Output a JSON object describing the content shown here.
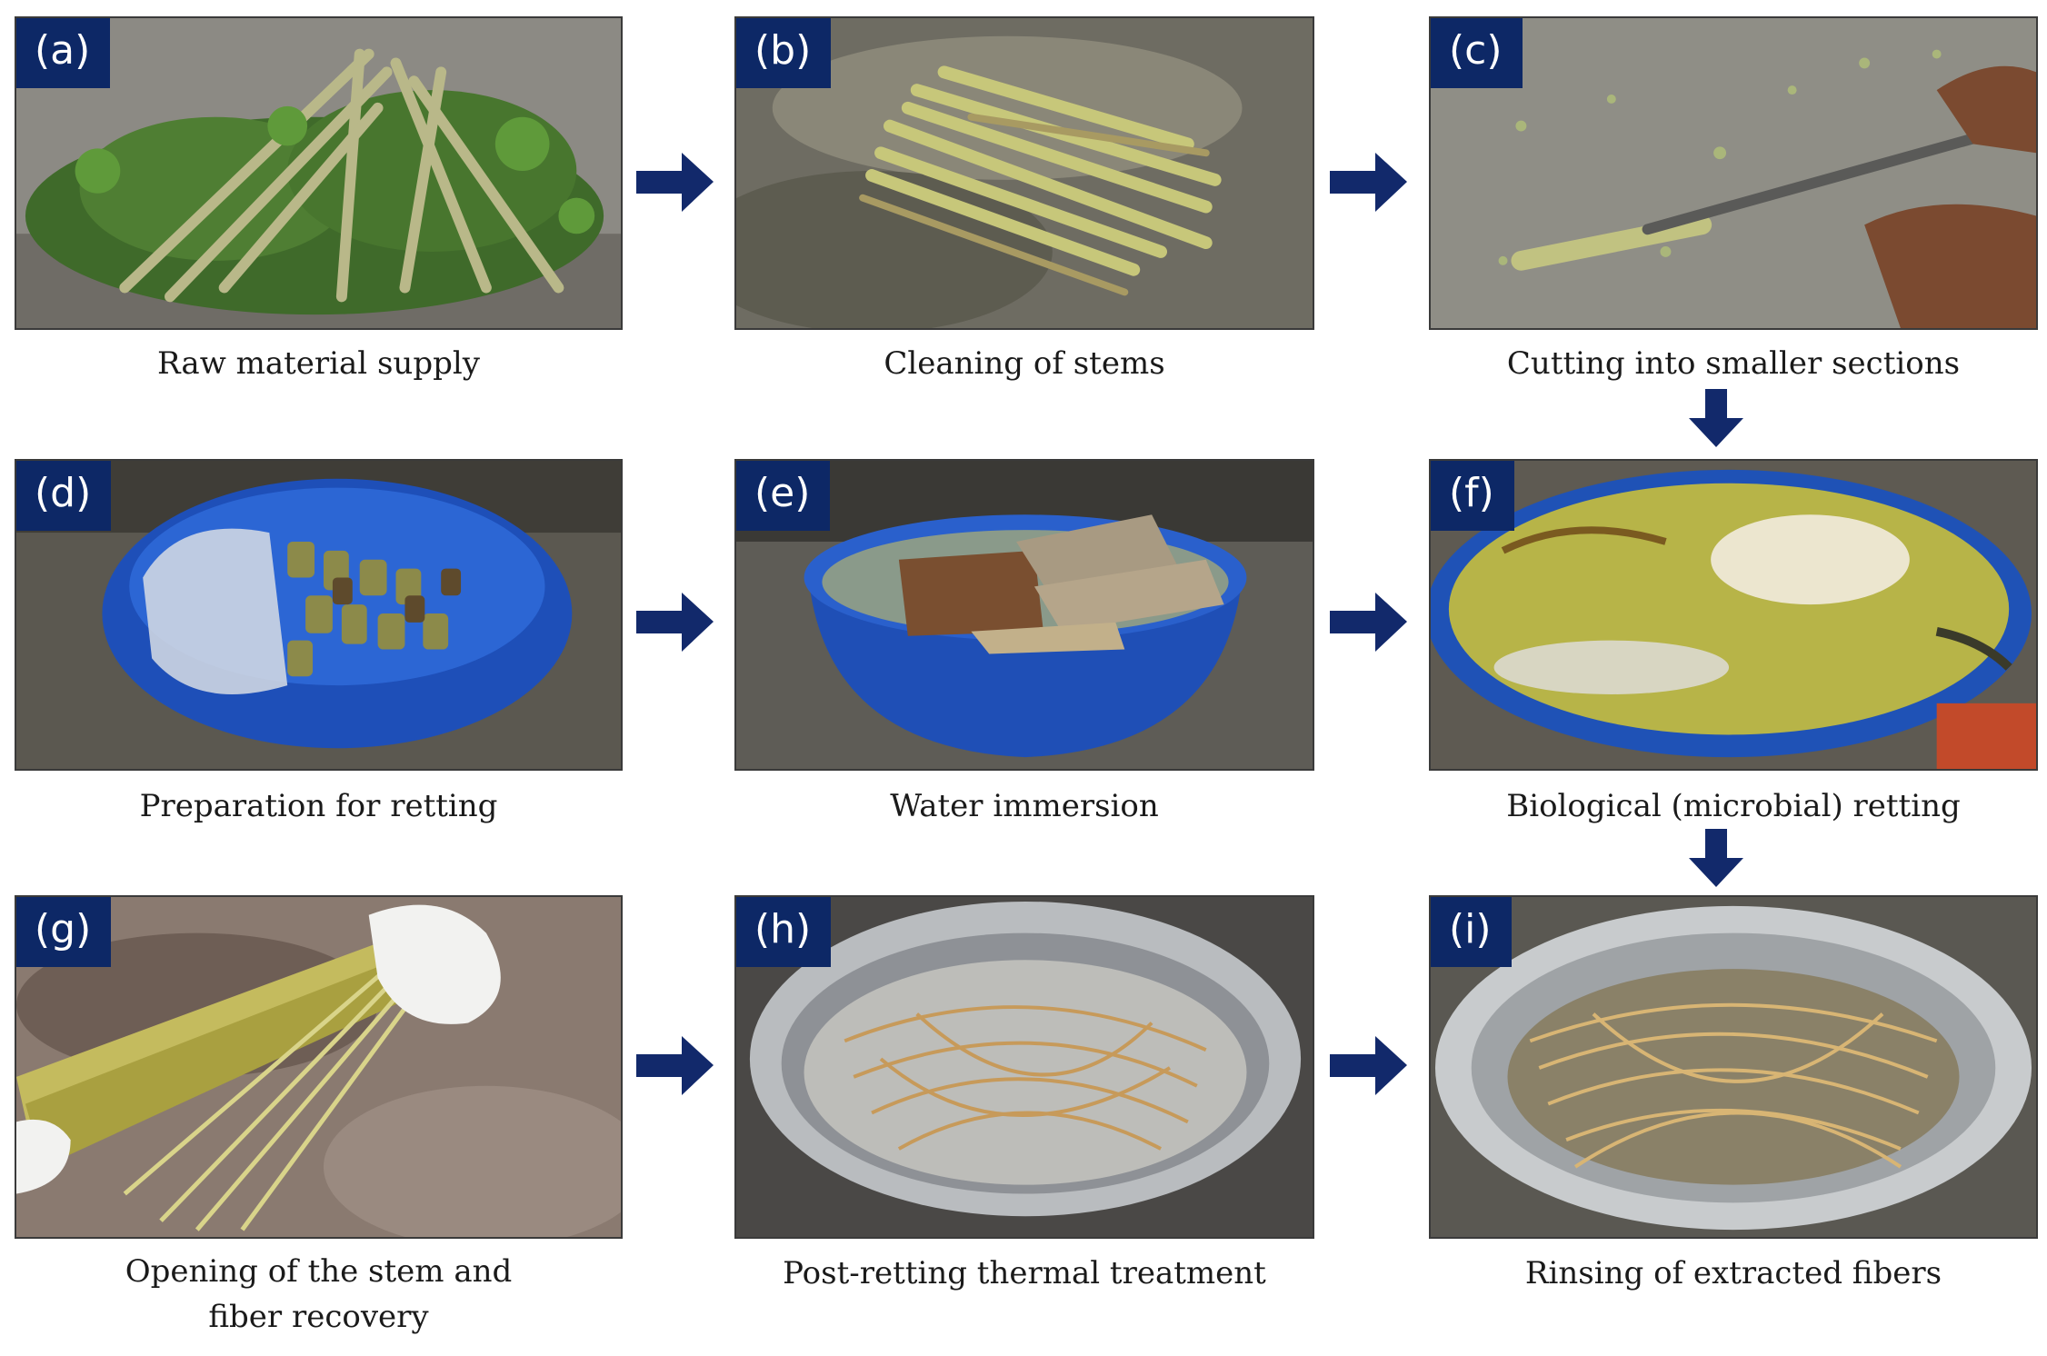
{
  "steps": [
    {
      "label": "(a)",
      "caption": "Raw material supply"
    },
    {
      "label": "(b)",
      "caption": "Cleaning of stems"
    },
    {
      "label": "(c)",
      "caption": "Cutting into smaller sections"
    },
    {
      "label": "(d)",
      "caption": "Preparation for retting"
    },
    {
      "label": "(e)",
      "caption": "Water immersion"
    },
    {
      "label": "(f)",
      "caption": "Biological (microbial) retting"
    },
    {
      "label": "(g)",
      "caption": "Opening of the stem and fiber recovery"
    },
    {
      "label": "(h)",
      "caption": "Post-retting thermal treatment"
    },
    {
      "label": "(i)",
      "caption": "Rinsing of extracted fibers"
    }
  ],
  "colors": {
    "arrow": "#12296b",
    "tag_bg": "#0d2866"
  }
}
